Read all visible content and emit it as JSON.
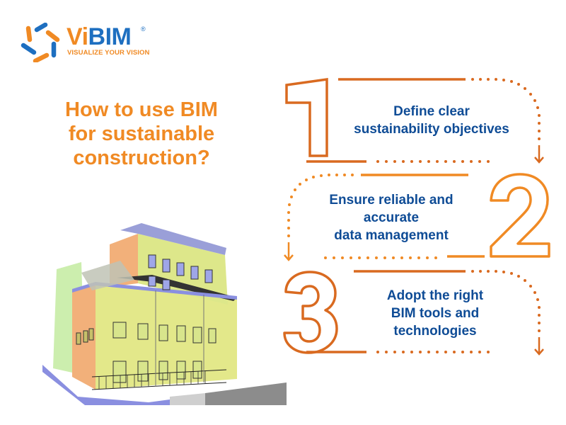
{
  "logo": {
    "brand_part1": "Vi",
    "brand_part2": "BIM",
    "registered_mark": "®",
    "tagline": "VISUALIZE YOUR VISION",
    "icon": "vibim-pinwheel-logo-icon"
  },
  "title": {
    "line1": "How to use BIM",
    "line2": "for sustainable",
    "line3": "construction?"
  },
  "illustration": {
    "description": "3D BIM point-cloud model of a multi-storey building",
    "icon": "building-model-illustration"
  },
  "steps": [
    {
      "number": "1",
      "lines": [
        "Define clear",
        "sustainability objectives"
      ]
    },
    {
      "number": "2",
      "lines": [
        "Ensure reliable and",
        "accurate",
        "data management"
      ]
    },
    {
      "number": "3",
      "lines": [
        "Adopt the right",
        "BIM tools and",
        "technologies"
      ]
    }
  ],
  "colors": {
    "orange": "#F08A24",
    "dark_orange": "#D96A20",
    "blue": "#0F4C96",
    "logo_blue": "#1E6FC0",
    "background": "#FFFFFF"
  }
}
